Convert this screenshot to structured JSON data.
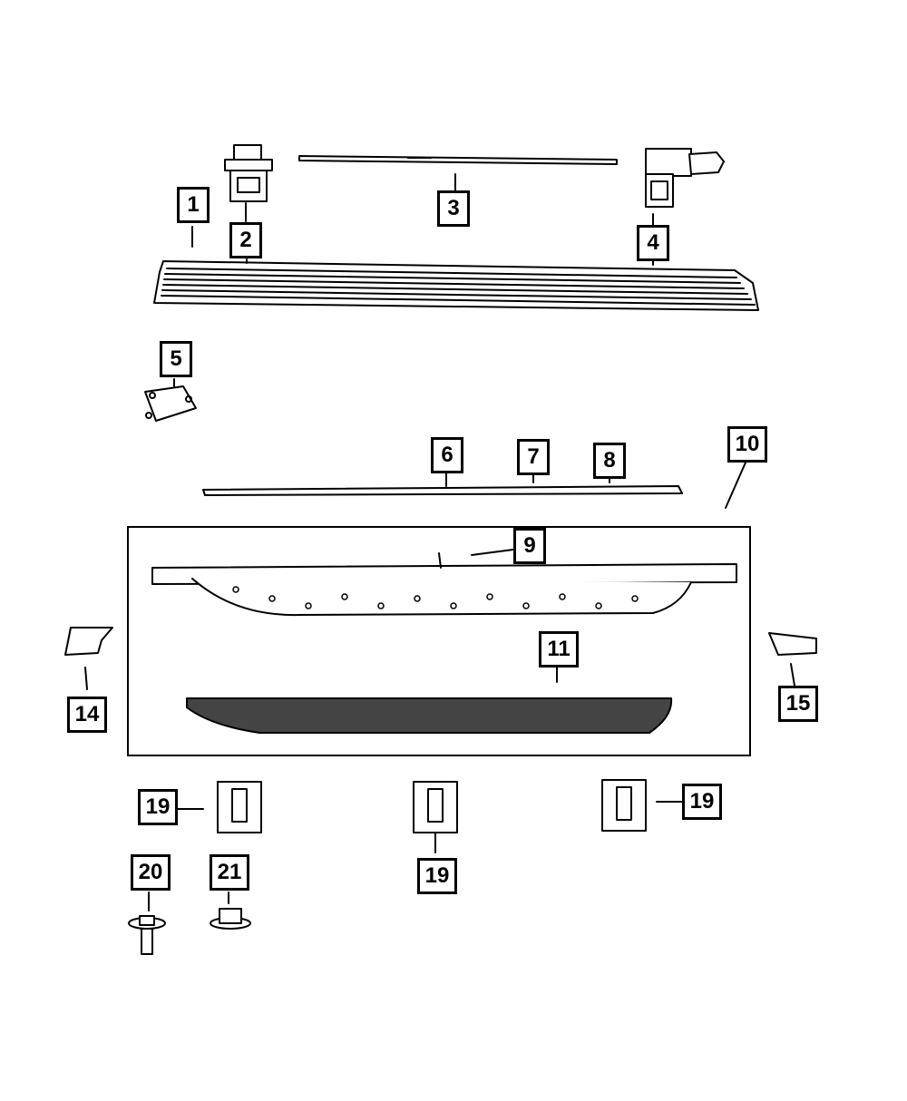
{
  "callouts": {
    "c1": "1",
    "c2": "2",
    "c3": "3",
    "c4": "4",
    "c5": "5",
    "c6": "6",
    "c7": "7",
    "c8": "8",
    "c9": "9",
    "c10": "10",
    "c11": "11",
    "c14": "14",
    "c15": "15",
    "c19a": "19",
    "c19b": "19",
    "c19c": "19",
    "c20": "20",
    "c21": "21"
  }
}
